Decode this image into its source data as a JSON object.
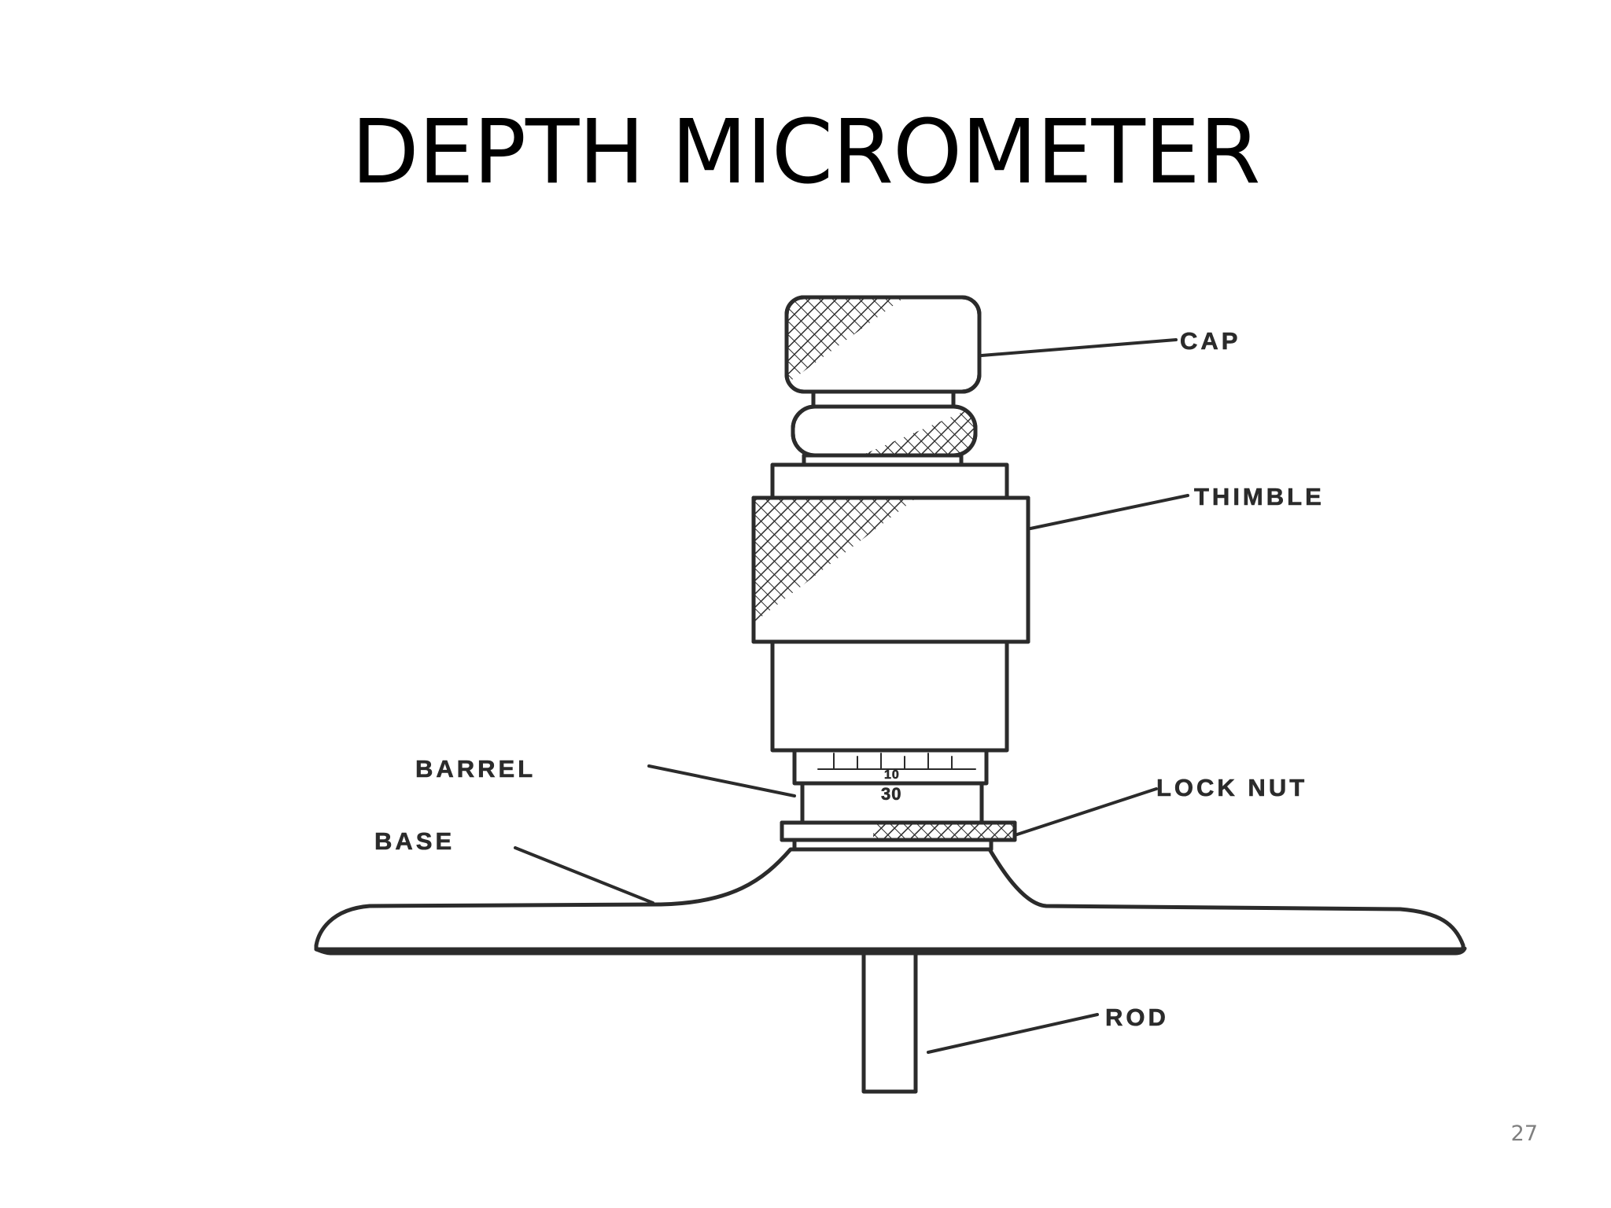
{
  "slide": {
    "title": "DEPTH MICROMETER",
    "page_number": "27"
  },
  "diagram": {
    "labels": {
      "cap": "CAP",
      "thimble": "THIMBLE",
      "barrel": "BARREL",
      "lock_nut": "LOCK NUT",
      "base": "BASE",
      "rod": "ROD",
      "barrel_scale_top": "10",
      "barrel_scale_bottom": "30"
    },
    "colors": {
      "ink": "#2b2b2b",
      "background": "#ffffff"
    }
  }
}
